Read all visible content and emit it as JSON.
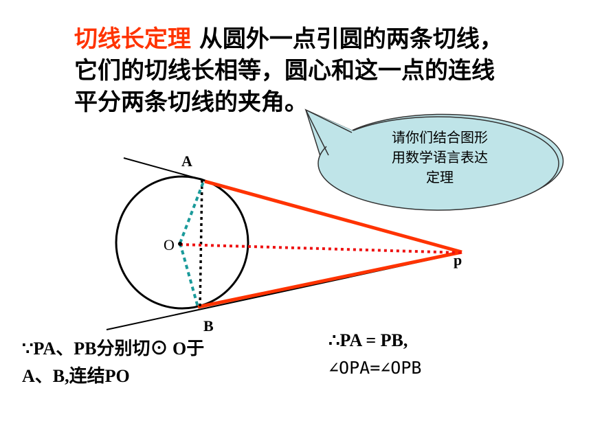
{
  "theorem": {
    "name": "切线长定理",
    "line1_rest": "  从圆外一点引圆的两条切线，",
    "line2": "它们的切线长相等，圆心和这一点的连线",
    "line3": "平分两条切线的夹角。"
  },
  "callout": {
    "line1": "请你们结合图形",
    "line2": "用数学语言表达",
    "line3": "定理"
  },
  "labels": {
    "A": "A",
    "B": "B",
    "O": "O",
    "P": "p"
  },
  "given": {
    "line1": "∵PA、PB分别切⊙ O于",
    "line2": "A、B,连结PO"
  },
  "conclusion": {
    "line1": "∴PA =  PB,",
    "line2": "∠OPA=∠OPB"
  },
  "colors": {
    "accent": "#ff3300",
    "callout_fill": "#bfe4e8",
    "dashed_teal": "#1a9a9a",
    "dashed_red": "#ee1111"
  }
}
